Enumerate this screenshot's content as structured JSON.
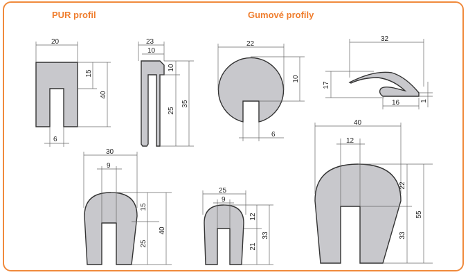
{
  "titles": {
    "pur": "PUR profil",
    "rubber": "Gumové profily"
  },
  "colors": {
    "frame": "#f08a3c",
    "title": "#ef7d2d",
    "profile_fill": "#c8c8cc",
    "outline": "#333333"
  },
  "dimensions": {
    "pur": {
      "width": "20",
      "top": "15",
      "height": "40",
      "slot": "6"
    },
    "hook": {
      "width": "23",
      "lip": "10",
      "top": "10",
      "lower": "25",
      "height": "35"
    },
    "round": {
      "diameter": "22",
      "height": "10",
      "slot": "6"
    },
    "wiper": {
      "width": "32",
      "height": "17",
      "base": "16",
      "tip": "1"
    },
    "u30": {
      "width": "30",
      "slot": "9",
      "top": "15",
      "lower": "25",
      "height": "40"
    },
    "u25": {
      "width": "25",
      "slot": "9",
      "top": "12",
      "lower": "21",
      "height": "33"
    },
    "u40": {
      "width": "40",
      "slot": "12",
      "top": "22",
      "lower": "33",
      "height": "55"
    }
  }
}
